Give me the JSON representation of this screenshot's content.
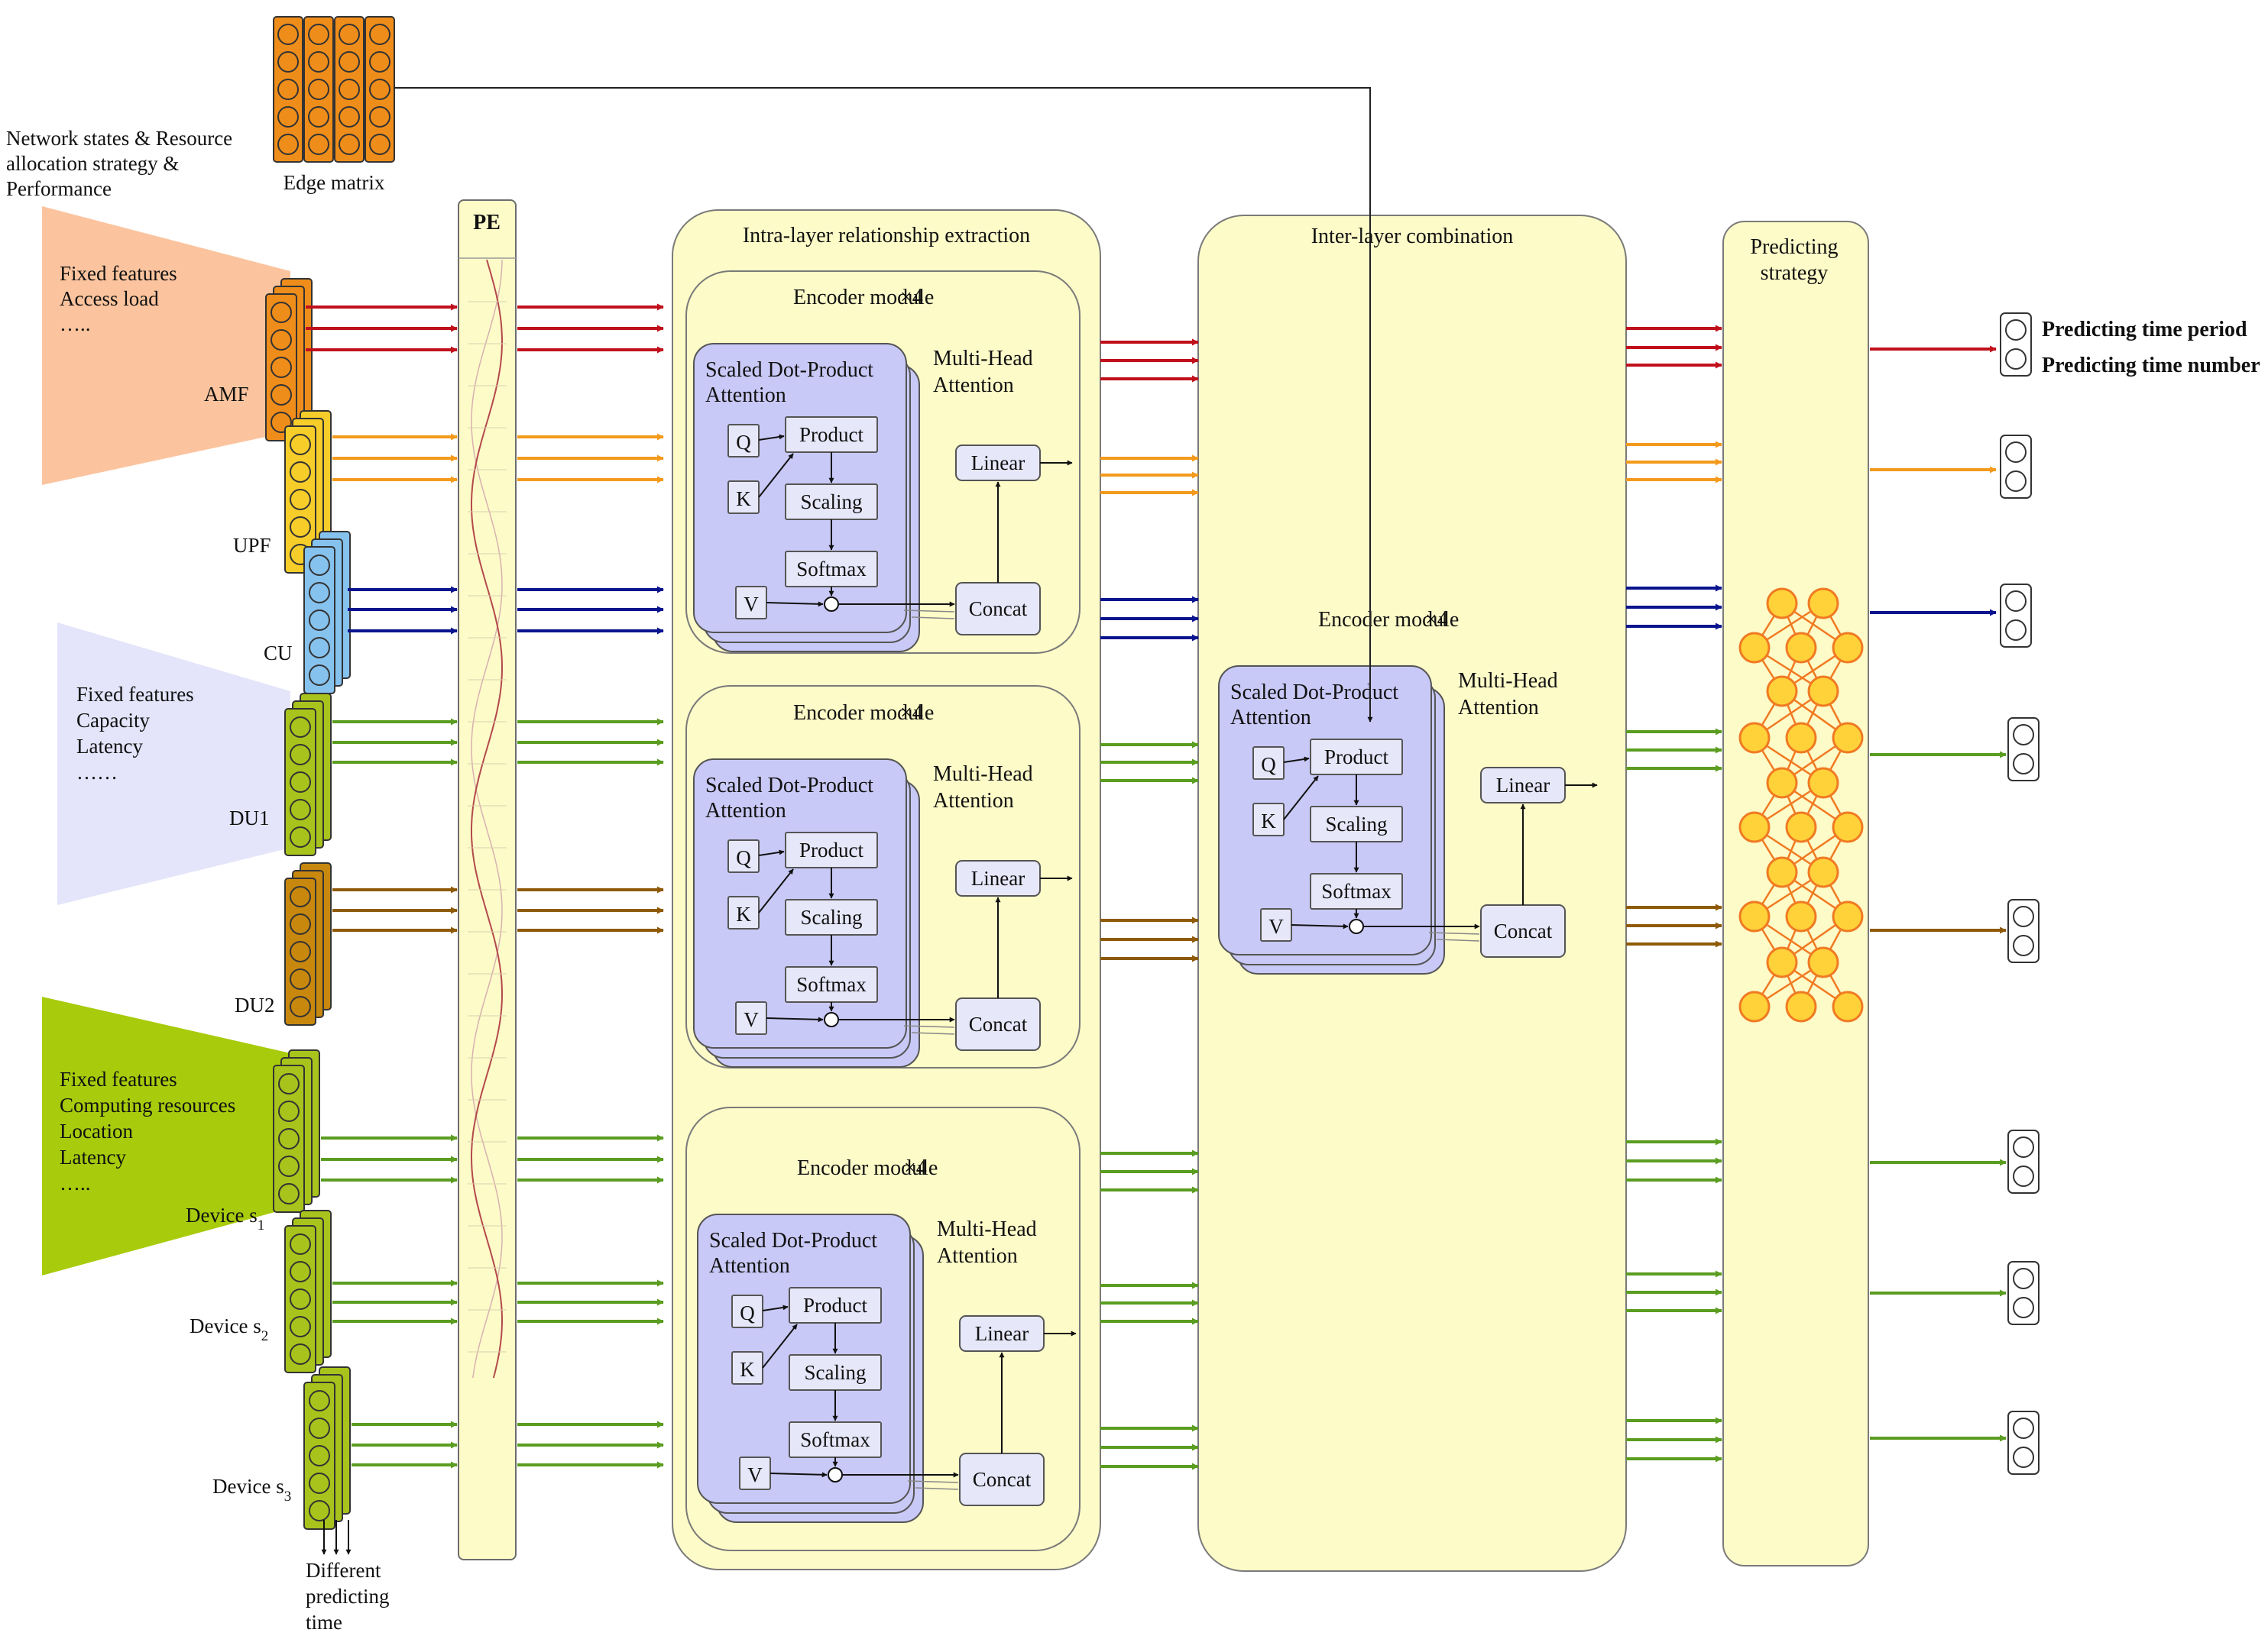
{
  "inputs": {
    "header_lines": [
      "Network states & Resource",
      "allocation strategy &",
      "Performance"
    ],
    "edge_matrix": "Edge matrix",
    "panel_amf": [
      "Fixed features",
      "Access load",
      "….."
    ],
    "panel_capacity": [
      "Fixed features",
      "Capacity",
      "Latency",
      "……"
    ],
    "panel_device": [
      "Fixed features",
      "Computing resources",
      "Location",
      "Latency",
      "….."
    ],
    "nodes": {
      "amf": "AMF",
      "upf": "UPF",
      "cu": "CU",
      "du1": "DU1",
      "du2": "DU2",
      "device_prefix": "Device s",
      "device_s1_sub": "1",
      "device_s2_sub": "2",
      "device_s3_sub": "3"
    },
    "different_time": [
      "Different",
      "predicting",
      "time"
    ]
  },
  "pe": {
    "label": "PE"
  },
  "intra": {
    "title": "Intra-layer relationship extraction"
  },
  "inter": {
    "title": "Inter-layer combination"
  },
  "encoder": {
    "title": "Encoder module",
    "repeat": "×4",
    "sdpa": [
      "Scaled Dot-Product",
      "Attention"
    ],
    "mha": [
      "Multi-Head",
      "Attention"
    ],
    "q": "Q",
    "k": "K",
    "v": "V",
    "product": "Product",
    "scaling": "Scaling",
    "softmax": "Softmax",
    "linear": "Linear",
    "concat": "Concat"
  },
  "predict": {
    "title": [
      "Predicting",
      "strategy"
    ]
  },
  "outputs": {
    "period": "Predicting time period",
    "number": "Predicting time number"
  },
  "colors": {
    "red": "#c0101c",
    "orange": "#f39a1c",
    "navy": "#0a148e",
    "green": "#5a9d20",
    "brown": "#8e5a06",
    "amf_fill": "#ef8d1a",
    "upf_fill": "#f7cd2a",
    "cu_fill": "#86c2ee",
    "du_fill": "#a8c41c",
    "du2_fill": "#c8880e",
    "panel_amf": "#fbc49e",
    "panel_capacity": "#e4e4fa",
    "panel_device": "#a8cb0c",
    "module_fill": "#fdfbc8",
    "attention_fill": "#c9c9f7",
    "box_fill": "#e7e7fa",
    "mlp_node": "#ffd23a",
    "mlp_edge": "#f07a22"
  }
}
